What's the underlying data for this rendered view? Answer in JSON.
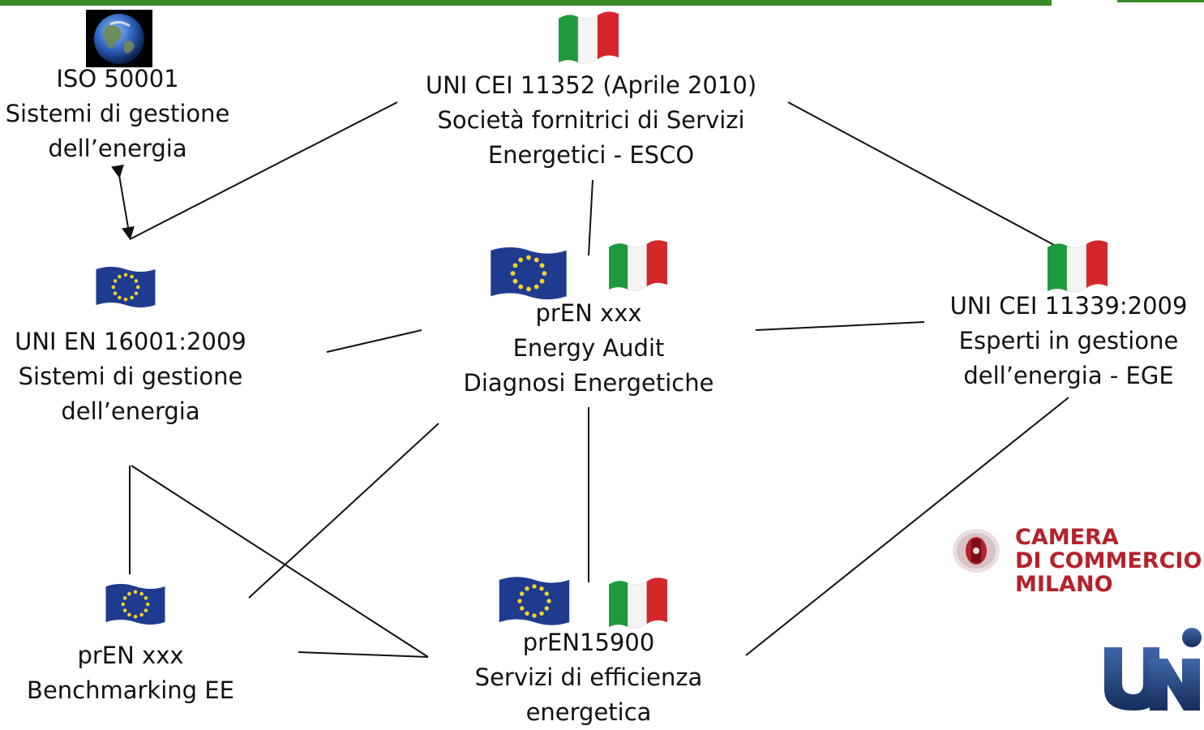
{
  "nodes": {
    "iso50001": {
      "lines": [
        "ISO 50001",
        "Sistemi di gestione",
        "dell’energia"
      ]
    },
    "uni_cei_11352": {
      "lines": [
        "UNI CEI 11352 (Aprile 2010)",
        "Società fornitrici di Servizi",
        "Energetici - ESCO"
      ]
    },
    "uni_en_16001": {
      "lines": [
        "UNI EN 16001:2009",
        "Sistemi di gestione",
        "dell’energia"
      ]
    },
    "pren_energy_audit": {
      "lines": [
        "prEN xxx",
        "Energy Audit",
        "Diagnosi Energetiche"
      ]
    },
    "uni_cei_11339": {
      "lines": [
        "UNI  CEI 11339:2009",
        "Esperti in gestione",
        "dell’energia - EGE"
      ]
    },
    "pren_benchmarking": {
      "lines": [
        "prEN xxx",
        "Benchmarking EE"
      ]
    },
    "pren15900": {
      "lines": [
        "prEN15900",
        "Servizi di efficienza",
        "energetica"
      ]
    }
  },
  "logos": {
    "camera": {
      "lines": [
        "CAMERA",
        "DI COMMERCIO",
        "MILANO"
      ]
    }
  },
  "colors": {
    "top_bar": "#3a8a2a",
    "eu_blue": "#1f3b8f",
    "eu_star": "#f2d22e",
    "it_green": "#1e9a3c",
    "it_red": "#d5262b",
    "camera_red": "#b5212a",
    "uni_blue": "#1c3f7a"
  },
  "icons": {
    "globe": "earth-globe-icon",
    "eu_flag": "eu-flag-icon",
    "it_flag": "italian-flag-icon"
  }
}
